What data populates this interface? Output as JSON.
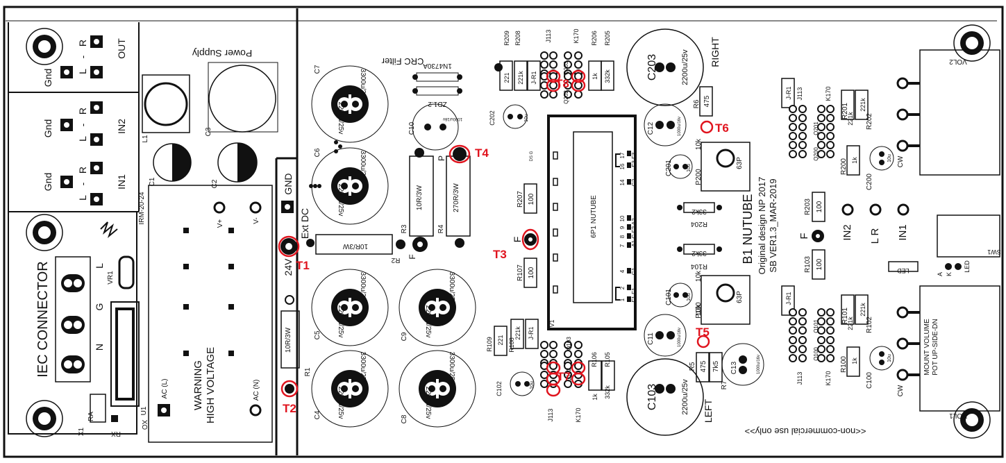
{
  "headers": {
    "power_supply": "Power Supply",
    "crc_filter": "CRC Filter",
    "nutube_title": "B1 NUTUBE",
    "design_line": "Original design NP 2017",
    "version_line": "SB VER1.3_MAR-2019",
    "non_commercial": "<<non-commercial use only>>"
  },
  "io": {
    "out": "OUT",
    "in2": "IN2",
    "in1": "IN1",
    "gnd": "Gnd",
    "l": "L",
    "r": "R",
    "dash": "-",
    "iec": "IEC CONNECTOR",
    "iec_l": "L",
    "iec_g": "G",
    "iec_n": "N",
    "x1": "X1",
    "ra": "RA",
    "rx": "RX",
    "xo": "XO"
  },
  "psu": {
    "module": "IRM-20-24",
    "warning1": "WARNING",
    "warning2": "HIGH VOLTAGE",
    "vplus": "V+",
    "vminus": "V-",
    "acl": "AC (L)",
    "acn": "AC (N)",
    "vr1": "VR1",
    "u1": "U1",
    "l1": "L1",
    "c1": "C1",
    "c2": "C2",
    "c3": "C3"
  },
  "supply": {
    "gnd": "GND",
    "ext_dc": "Ext DC",
    "v24": "24V",
    "cap_value_top": "3300u/25v",
    "cap_value_inner": "2200u/25v",
    "c7": "C7",
    "c6": "C6",
    "c5": "C5",
    "c4": "C4",
    "c9": "C9",
    "c8": "C8",
    "zener": "1N4730A",
    "zd1": "ZD1.2",
    "c10": "C10",
    "c10v": "1000u/16v",
    "r1v": "10R/3W",
    "r1": "R1",
    "r2v": "10R/3W",
    "r2": "R2",
    "r3v": "10R/3W",
    "r3": "R3",
    "r4v": "270R/3W",
    "r4": "R4",
    "f": "F",
    "p": "P"
  },
  "tube": {
    "label": "6P1 NUTUBE",
    "v1": "V1",
    "pins_top": [
      "17",
      "16"
    ],
    "f3": "F3 F3",
    "p14": "14",
    "g2": "G2",
    "p_mid": [
      "10",
      "9",
      "8",
      "7"
    ],
    "grid": "A1 G F2 A2",
    "p4": "4",
    "g1": "G1",
    "p_bot": [
      "2",
      "1"
    ],
    "f1": "F1 F1",
    "dsg": "DS G"
  },
  "right_ch": {
    "c203": "C203",
    "c203v": "2200u/25v",
    "label": "RIGHT",
    "r6": "R6",
    "r6v": "475",
    "c12": "C12",
    "c12v": "1000u/16v",
    "p200": "P200",
    "p10k": "10k",
    "p63p": "63P",
    "c201": "C201",
    "c201v": "10u",
    "r204": "R204",
    "r204v": "33k2",
    "r104": "R104",
    "r104v": "33k2",
    "r209": "R209",
    "r208": "R208",
    "j113": "J113",
    "k170": "K170",
    "r206": "R206",
    "r205": "R205",
    "r221": "221",
    "r221k": "221k",
    "jr1": "J-R1",
    "q203": "Q203",
    "q202": "Q202",
    "q1k": "1k",
    "q332k": "332k",
    "c202": "C202",
    "c202v": "10u",
    "r207": "R207",
    "r207v": "100"
  },
  "left_ch": {
    "c103": "C103",
    "c103v": "2200u/25v",
    "label": "LEFT",
    "r5": "R5",
    "r5v": "475",
    "r7": "R7",
    "r7v": "7k5",
    "c11": "C11",
    "c11v": "1000u/16v",
    "c13": "C13",
    "c13v": "1000u/16v",
    "p100": "P100",
    "c101": "C101",
    "c101v": "10u",
    "r109": "R109",
    "r108": "R108",
    "r106": "R106",
    "r105": "R105",
    "q103": "Q103",
    "q102": "Q102",
    "c102": "C102",
    "c102v": "10u",
    "r107": "R107",
    "r107v": "100",
    "f": "F"
  },
  "vol": {
    "vol2": "VOL2",
    "vol1": "VOL1",
    "cw": "CW",
    "mount1": "MOUNT VOLUME",
    "mount2": "POT UP-SIDE-DN",
    "sw1": "SW1",
    "led": "LED",
    "a": "A",
    "k": "K",
    "in2": "IN2",
    "lr": "L R",
    "in1": "IN1",
    "f": "F",
    "r203": "R203",
    "r203v": "100",
    "r103": "R103",
    "r103v": "100",
    "jr1": "J-R1",
    "j113": "J113",
    "k170": "K170",
    "q201": "Q201",
    "q200": "Q200",
    "q101": "Q101",
    "q100": "Q100",
    "r201": "R201",
    "r202": "R202",
    "r200": "R200",
    "r101": "R101",
    "r102": "R102",
    "r100": "R100",
    "c200": "C200",
    "c100": "C100",
    "c10u": "10u"
  },
  "test_points": {
    "t1": "T1",
    "t2": "T2",
    "t3": "T3",
    "t4": "T4",
    "t5": "T5",
    "t6": "T6",
    "t7": "T7",
    "t8": "T8"
  },
  "colors": {
    "line": "#111111",
    "marker": "#e0141e",
    "background": "#ffffff"
  }
}
